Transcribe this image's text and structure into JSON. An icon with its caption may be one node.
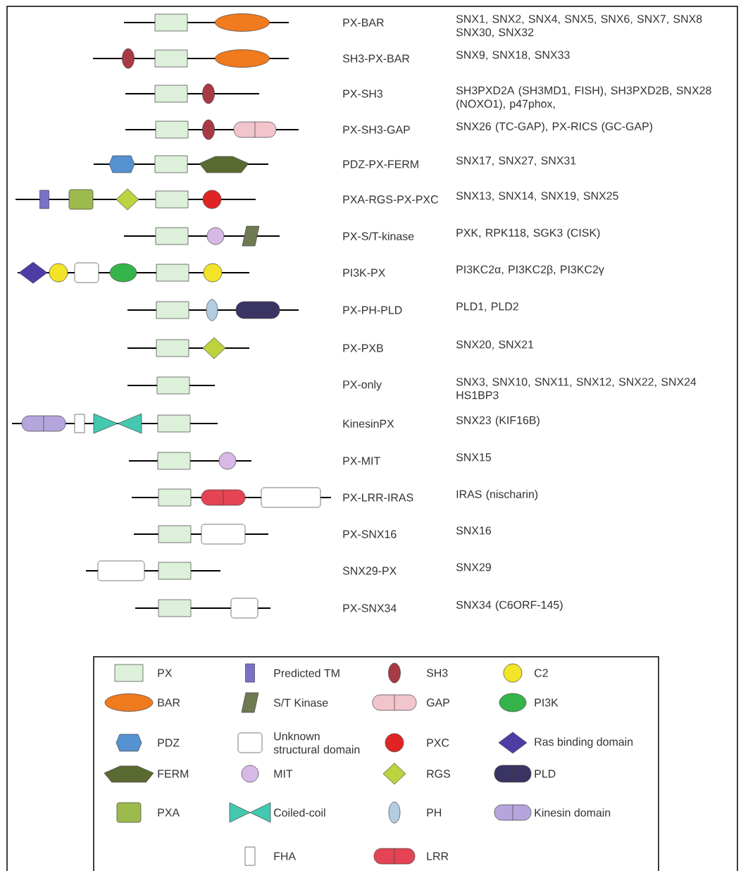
{
  "diagram": {
    "labels": [
      "PX-BAR",
      "SNX1, SNX2, SNX4, SNX5, SNX6, SNX7, SNX8 SNX30, SNX32",
      "SH3-PX-BAR",
      "SNX9, SNX18, SNX33",
      "PX-SH3",
      "SH3PXD2A (SH3MD1, FISH), SH3PXD2B, SNX28 (NOXO1), p47phox,",
      "PX-SH3-GAP",
      "SNX26 (TC-GAP), PX-RICS (GC-GAP)",
      "PDZ-PX-FERM",
      "SNX17, SNX27, SNX31",
      "PXA-RGS-PX-PXC",
      "SNX13, SNX14, SNX19, SNX25",
      "PX-S/T-kinase",
      "PXK, RPK118, SGK3 (CISK)",
      "PI3K-PX",
      "PI3KC2α, PI3KC2β, PI3KC2γ",
      "PX-PH-PLD",
      "PLD1, PLD2",
      "PX-PXB",
      "SNX20, SNX21",
      "PX-only",
      "SNX3, SNX10, SNX11, SNX12, SNX22, SNX24 HS1BP3",
      "KinesinPX",
      "SNX23 (KIF16B)",
      "PX-MIT",
      "SNX15",
      "PX-LRR-IRAS",
      "IRAS (nischarin)",
      "PX-SNX16",
      "SNX16",
      "SNX29-PX",
      "SNX29",
      "PX-SNX34",
      "SNX34 (C6ORF-145)"
    ],
    "legend": [
      {
        "text": "PX"
      },
      {
        "text": "Predicted TM"
      },
      {
        "text": "SH3"
      },
      {
        "text": "C2"
      },
      {
        "text": "BAR"
      },
      {
        "text": "S/T Kinase"
      },
      {
        "text": "GAP"
      },
      {
        "text": "PI3K"
      },
      {
        "text": "PDZ"
      },
      {
        "text": "Unknown structural domain"
      },
      {
        "text": "PXC"
      },
      {
        "text": "Ras binding domain"
      },
      {
        "text": "FERM"
      },
      {
        "text": "MIT"
      },
      {
        "text": "RGS"
      },
      {
        "text": "PLD"
      },
      {
        "text": "PXA"
      },
      {
        "text": "Coiled-coil"
      },
      {
        "text": "PH"
      },
      {
        "text": "Kinesin domain"
      },
      {
        "text": "FHA"
      },
      {
        "text": "LRR"
      }
    ]
  }
}
